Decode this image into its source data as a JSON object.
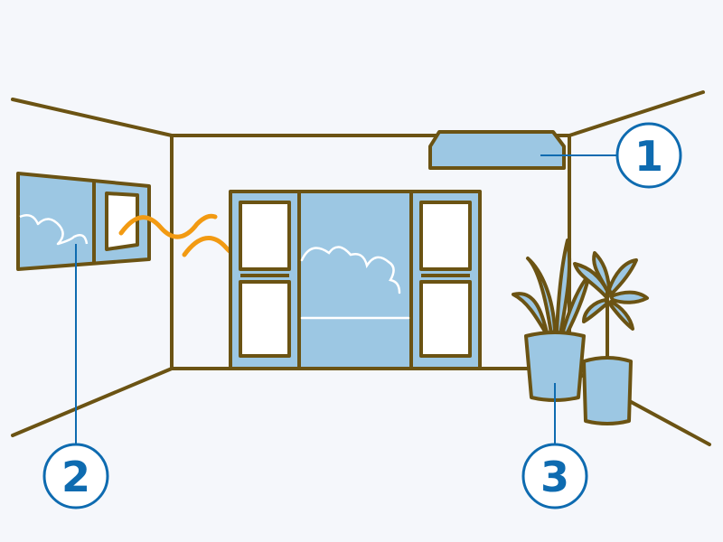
{
  "colors": {
    "background": "#f5f7fb",
    "outline": "#6b5313",
    "fill_blue": "#9cc7e3",
    "window_pane": "#ffffff",
    "callout": "#0e6bb0",
    "heat_wave": "#f29a12",
    "cloud": "#ffffff"
  },
  "icons": {
    "air_conditioner": "air-conditioner-icon",
    "window": "window-icon",
    "plants": "potted-plant-icon",
    "heat": "heat-wave-icon"
  },
  "callouts": [
    {
      "label": "1",
      "target": "air-conditioner"
    },
    {
      "label": "2",
      "target": "side-window"
    },
    {
      "label": "3",
      "target": "potted-plants"
    }
  ]
}
